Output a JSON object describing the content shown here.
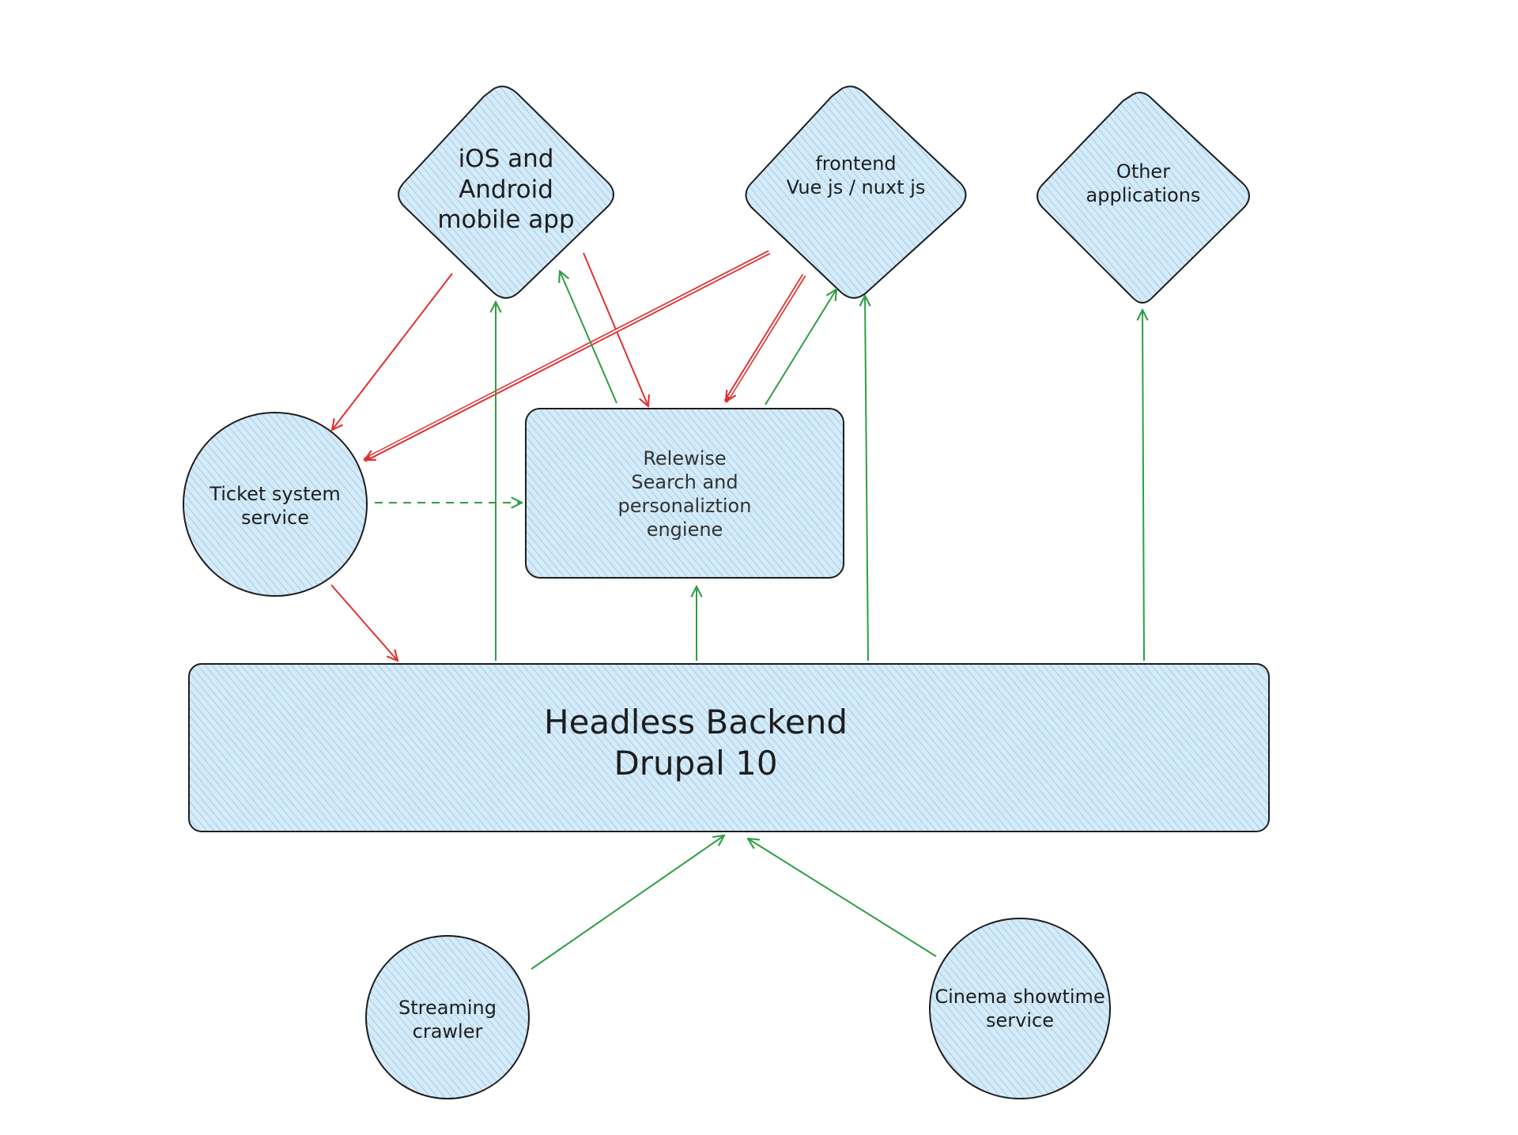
{
  "colors": {
    "fill": "#d6ebf8",
    "hatch": "#a9d2ee",
    "stroke": "#1e1e1e",
    "request_arrow": "#e03131",
    "data_arrow": "#2f9e44",
    "background": "#ffffff"
  },
  "nodes": {
    "mobile_app": {
      "shape": "diamond",
      "lines": [
        "iOS and",
        "Android",
        "mobile app"
      ]
    },
    "frontend": {
      "shape": "diamond",
      "lines": [
        "frontend",
        "Vue js / nuxt js"
      ]
    },
    "other_apps": {
      "shape": "diamond",
      "lines": [
        "Other",
        "applications"
      ]
    },
    "ticket_system": {
      "shape": "circle",
      "lines": [
        "Ticket system",
        "service"
      ]
    },
    "search_engine": {
      "shape": "rectangle",
      "lines": [
        "Relewise",
        "Search and",
        "personaliztion",
        "engiene"
      ]
    },
    "backend": {
      "shape": "rectangle",
      "lines": [
        "Headless Backend",
        "Drupal 10"
      ]
    },
    "streaming_crawler": {
      "shape": "circle",
      "lines": [
        "Streaming",
        "crawler"
      ]
    },
    "cinema_service": {
      "shape": "circle",
      "lines": [
        "Cinema showtime",
        "service"
      ]
    }
  },
  "edges": [
    {
      "from": "mobile_app",
      "to": "ticket_system",
      "color": "red",
      "style": "solid"
    },
    {
      "from": "mobile_app",
      "to": "search_engine",
      "color": "red",
      "style": "solid"
    },
    {
      "from": "frontend",
      "to": "ticket_system",
      "color": "red",
      "style": "double"
    },
    {
      "from": "frontend",
      "to": "search_engine",
      "color": "red",
      "style": "double"
    },
    {
      "from": "ticket_system",
      "to": "backend",
      "color": "red",
      "style": "solid"
    },
    {
      "from": "search_engine",
      "to": "mobile_app",
      "color": "green",
      "style": "solid"
    },
    {
      "from": "search_engine",
      "to": "frontend",
      "color": "green",
      "style": "solid"
    },
    {
      "from": "backend",
      "to": "mobile_app",
      "color": "green",
      "style": "solid"
    },
    {
      "from": "backend",
      "to": "frontend",
      "color": "green",
      "style": "solid"
    },
    {
      "from": "backend",
      "to": "other_apps",
      "color": "green",
      "style": "solid"
    },
    {
      "from": "backend",
      "to": "search_engine",
      "color": "green",
      "style": "solid"
    },
    {
      "from": "ticket_system",
      "to": "search_engine",
      "color": "green",
      "style": "dashed"
    },
    {
      "from": "streaming_crawler",
      "to": "backend",
      "color": "green",
      "style": "solid"
    },
    {
      "from": "cinema_service",
      "to": "backend",
      "color": "green",
      "style": "solid"
    }
  ]
}
